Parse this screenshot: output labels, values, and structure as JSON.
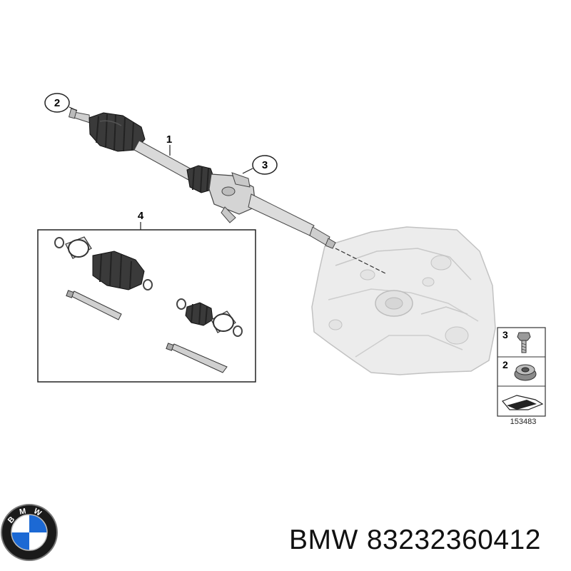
{
  "diagram": {
    "callouts": {
      "item_1": "1",
      "item_2": "2",
      "item_3": "3",
      "item_4": "4"
    },
    "legend": {
      "row_1_number": "3",
      "row_2_number": "2",
      "reference_number": "153483"
    }
  },
  "logo": {
    "letters": [
      "B",
      "M",
      "W"
    ],
    "colors": {
      "blue": "#1c69d4",
      "white": "#ffffff",
      "ring": "#111111"
    }
  },
  "caption": {
    "brand": "BMW",
    "part_number": "83232360412"
  }
}
